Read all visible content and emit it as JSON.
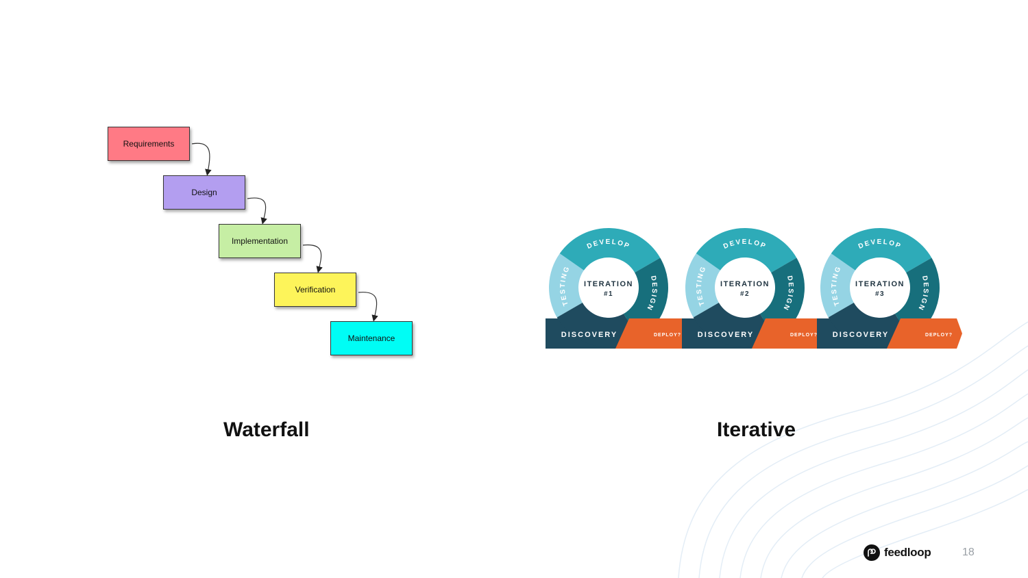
{
  "waterfall": {
    "steps": [
      {
        "label": "Requirements",
        "color": "#ff7a85"
      },
      {
        "label": "Design",
        "color": "#b39ef0"
      },
      {
        "label": "Implementation",
        "color": "#c6eea4"
      },
      {
        "label": "Verification",
        "color": "#fdf45a"
      },
      {
        "label": "Maintenance",
        "color": "#00fdf5"
      }
    ],
    "caption": "Waterfall"
  },
  "iterative": {
    "iterations": [
      {
        "title": "ITERATION",
        "number": "#1"
      },
      {
        "title": "ITERATION",
        "number": "#2"
      },
      {
        "title": "ITERATION",
        "number": "#3"
      }
    ],
    "phase_labels": {
      "develop": "DEVELOP",
      "design": "DESIGN",
      "testing": "TESTING",
      "discovery": "DISCOVERY",
      "deploy": "DEPLOY?"
    },
    "colors": {
      "develop": "#2eabb8",
      "design": "#176f7c",
      "testing": "#95d4e4",
      "discovery": "#1f4b5f",
      "deploy": "#e8632a"
    },
    "caption": "Iterative"
  },
  "footer": {
    "logo_icon": "feedloop-logo-icon",
    "logo_text": "feedloop",
    "page_number": "18"
  }
}
